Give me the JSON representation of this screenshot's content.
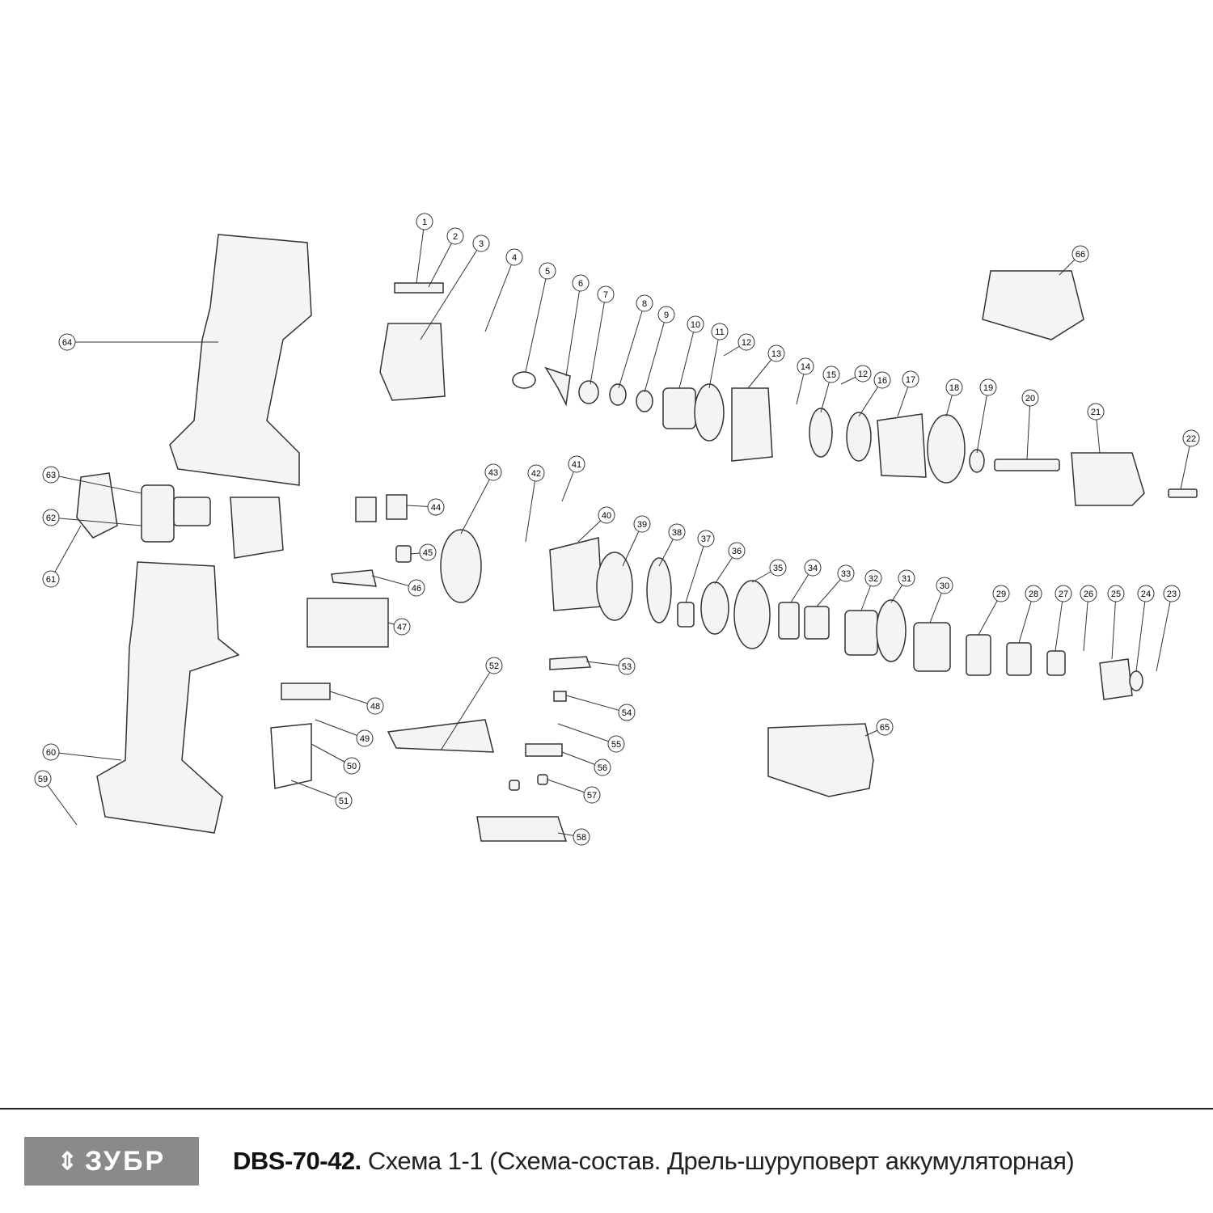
{
  "footer": {
    "brand": "ЗУБР",
    "model": "DBS-70-42.",
    "caption": "Схема 1-1 (Схема-состав. Дрель-шуруповерт аккумуляторная)"
  },
  "callouts": [
    "1",
    "2",
    "3",
    "4",
    "5",
    "6",
    "7",
    "8",
    "9",
    "10",
    "11",
    "12",
    "13",
    "14",
    "15",
    "12",
    "16",
    "17",
    "18",
    "19",
    "20",
    "21",
    "22",
    "23",
    "24",
    "25",
    "26",
    "27",
    "28",
    "29",
    "30",
    "31",
    "32",
    "33",
    "34",
    "35",
    "36",
    "37",
    "38",
    "39",
    "40",
    "41",
    "42",
    "43",
    "44",
    "45",
    "46",
    "47",
    "48",
    "49",
    "50",
    "51",
    "52",
    "53",
    "54",
    "55",
    "56",
    "57",
    "58",
    "59",
    "60",
    "61",
    "62",
    "63",
    "64",
    "65",
    "66"
  ]
}
